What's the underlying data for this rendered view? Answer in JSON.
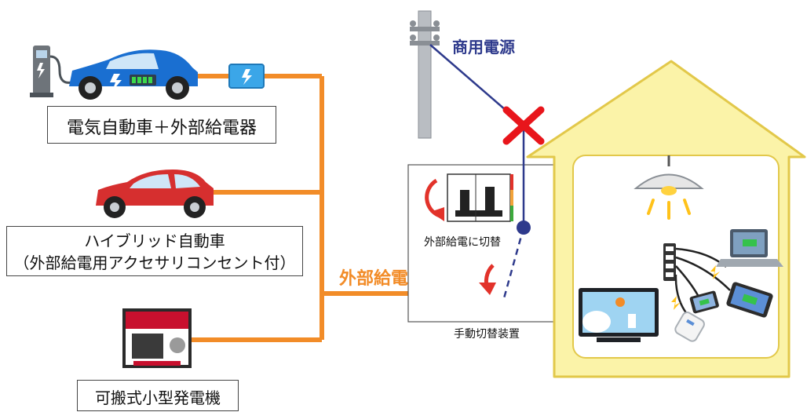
{
  "sources": {
    "ev": "電気自動車＋外部給電器",
    "hybrid_line1": "ハイブリッド自動車",
    "hybrid_line2": "（外部給電用アクセサリコンセント付）",
    "generator": "可搬式小型発電機"
  },
  "grid_label": "商用電源",
  "external_feed_label": "外部給電",
  "switch_caption": "外部給電に切替",
  "device_caption": "手動切替装置",
  "colors": {
    "orange_line": "#F28C28",
    "grid_line": "#2E3A8C",
    "cross": "#E8151B",
    "house": "#FBF3A8",
    "house_stroke": "#E2C84A",
    "arrow_red": "#E2322A"
  }
}
